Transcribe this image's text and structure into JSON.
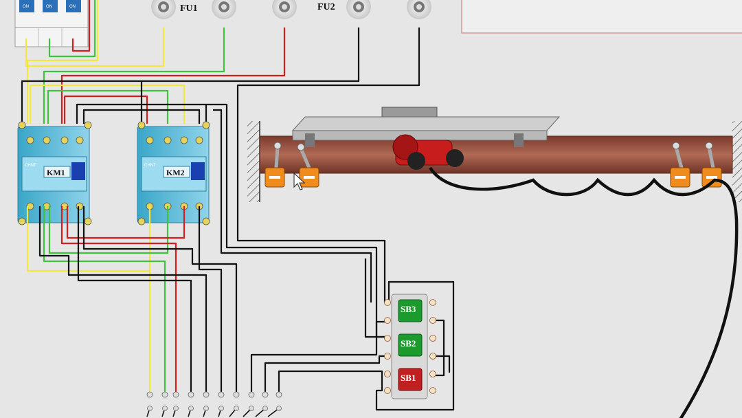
{
  "fuses": {
    "fu1_label": "FU1",
    "fu2_label": "FU2"
  },
  "breaker": {
    "switch_label": "ON"
  },
  "contactors": [
    {
      "label": "KM1",
      "brand": "CHNT"
    },
    {
      "label": "KM2",
      "brand": "CHNT"
    }
  ],
  "buttons": [
    {
      "label": "SB3",
      "color": "#1c9a2e"
    },
    {
      "label": "SB2",
      "color": "#1c9a2e"
    },
    {
      "label": "SB1",
      "color": "#c02020"
    }
  ],
  "wire_colors": {
    "yellow": "#f2e640",
    "green": "#3fc33f",
    "red": "#d11f1f",
    "black": "#111111"
  },
  "note_panel": {
    "text": ""
  }
}
